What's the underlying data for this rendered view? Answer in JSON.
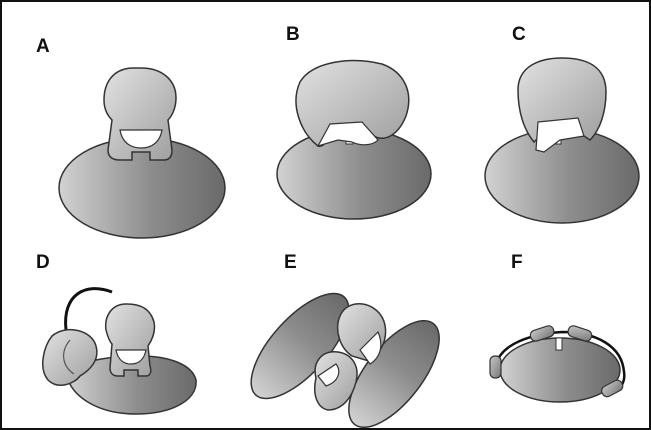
{
  "colors": {
    "border": "#111111",
    "outline": "#333333",
    "body_light": "#d4d4d4",
    "body_dark": "#6f6f6f",
    "head_light": "#e0e0e0",
    "head_dark": "#a2a2a2",
    "background": "#ffffff"
  },
  "panels": [
    {
      "label": "A"
    },
    {
      "label": "B"
    },
    {
      "label": "C"
    },
    {
      "label": "D"
    },
    {
      "label": "E"
    },
    {
      "label": "F"
    }
  ]
}
